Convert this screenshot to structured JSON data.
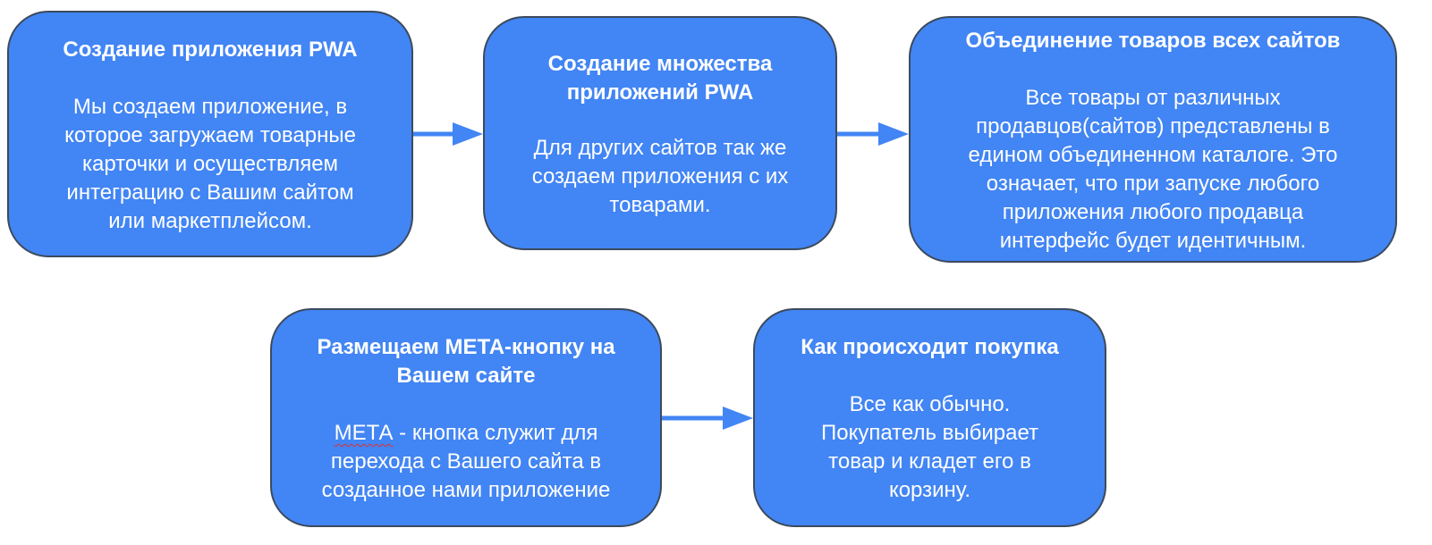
{
  "boxes": [
    {
      "id": "step-1",
      "title": "Создание приложения PWA",
      "body": "Мы создаем приложение, в\nкоторое загружаем товарные\nкарточки и осуществляем\nинтеграцию с Вашим сайтом\nили маркетплейсом."
    },
    {
      "id": "step-2",
      "title": "Создание множества\nприложений PWA",
      "body": "Для других сайтов так же\nсоздаем приложения с их\nтоварами."
    },
    {
      "id": "step-3",
      "title": "Объединение товаров всех сайтов",
      "body": "Все товары от различных\nпродавцов(сайтов) представлены в\nедином объединенном каталоге. Это\nозначает, что при запуске любого\nприложения любого продавца\nинтерфейс будет идентичным."
    },
    {
      "id": "step-4",
      "title": "Размещаем МЕТА-кнопку на\nВашем сайте",
      "body_term": "МЕТА",
      "body_rest_first_line": " - кнопка служит для",
      "body_rest": "перехода с Вашего сайта в\nсозданное нами приложение"
    },
    {
      "id": "step-5",
      "title": "Как происходит покупка",
      "body": "Все как обычно.\nПокупатель выбирает\nтовар и кладет его в\nкорзину."
    }
  ],
  "colors": {
    "box_fill": "#4285f4",
    "box_border": "#3c4a5c",
    "arrow": "#4285f4",
    "text": "#ffffff"
  }
}
